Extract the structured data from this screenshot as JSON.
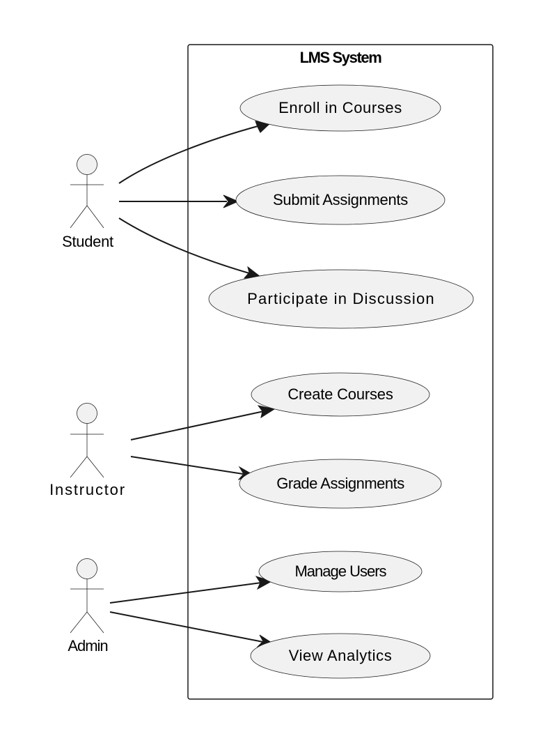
{
  "system": {
    "title": "LMS System"
  },
  "actors": [
    {
      "id": "student",
      "label": "Student"
    },
    {
      "id": "instructor",
      "label": "Instructor"
    },
    {
      "id": "admin",
      "label": "Admin"
    }
  ],
  "use_cases": [
    {
      "id": "enroll",
      "label": "Enroll in Courses"
    },
    {
      "id": "submit",
      "label": "Submit Assignments"
    },
    {
      "id": "discuss",
      "label": "Participate in Discussion"
    },
    {
      "id": "create",
      "label": "Create Courses"
    },
    {
      "id": "grade",
      "label": "Grade Assignments"
    },
    {
      "id": "manage",
      "label": "Manage Users"
    },
    {
      "id": "analytics",
      "label": "View Analytics"
    }
  ],
  "associations": [
    {
      "from": "student",
      "to": "enroll"
    },
    {
      "from": "student",
      "to": "submit"
    },
    {
      "from": "student",
      "to": "discuss"
    },
    {
      "from": "instructor",
      "to": "create"
    },
    {
      "from": "instructor",
      "to": "grade"
    },
    {
      "from": "admin",
      "to": "manage"
    },
    {
      "from": "admin",
      "to": "analytics"
    }
  ],
  "colors": {
    "use_case_fill": "#f1f1f1",
    "stroke": "#181818",
    "background": "#ffffff"
  }
}
